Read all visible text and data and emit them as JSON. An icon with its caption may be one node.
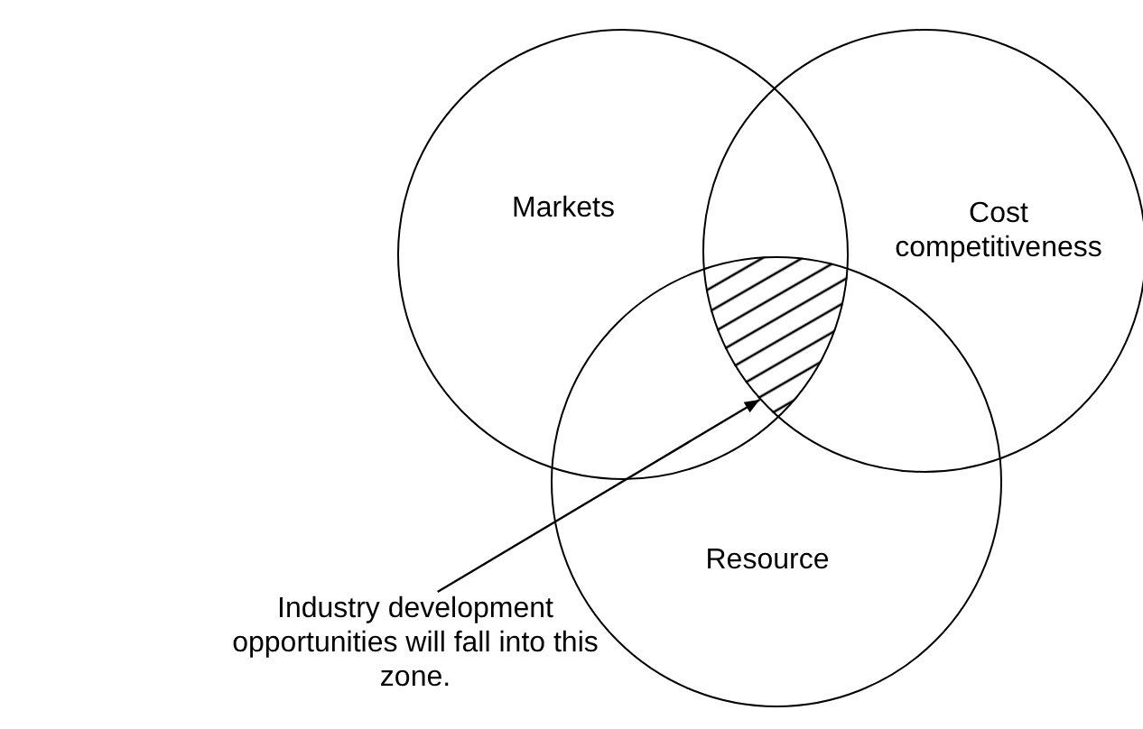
{
  "diagram": {
    "nodes": [
      {
        "text": [
          "Markets"
        ]
      },
      {
        "text": [
          "Cost competitiveness"
        ]
      },
      {
        "text": [
          "Resource"
        ]
      },
      {
        "text": [],
        "shape": "area"
      },
      {
        "text": [
          "Industry development opportunities will fall into this zone."
        ]
      }
    ],
    "edges": [
      {
        "from": 4,
        "to": 3,
        "arrow": "to"
      }
    ]
  }
}
